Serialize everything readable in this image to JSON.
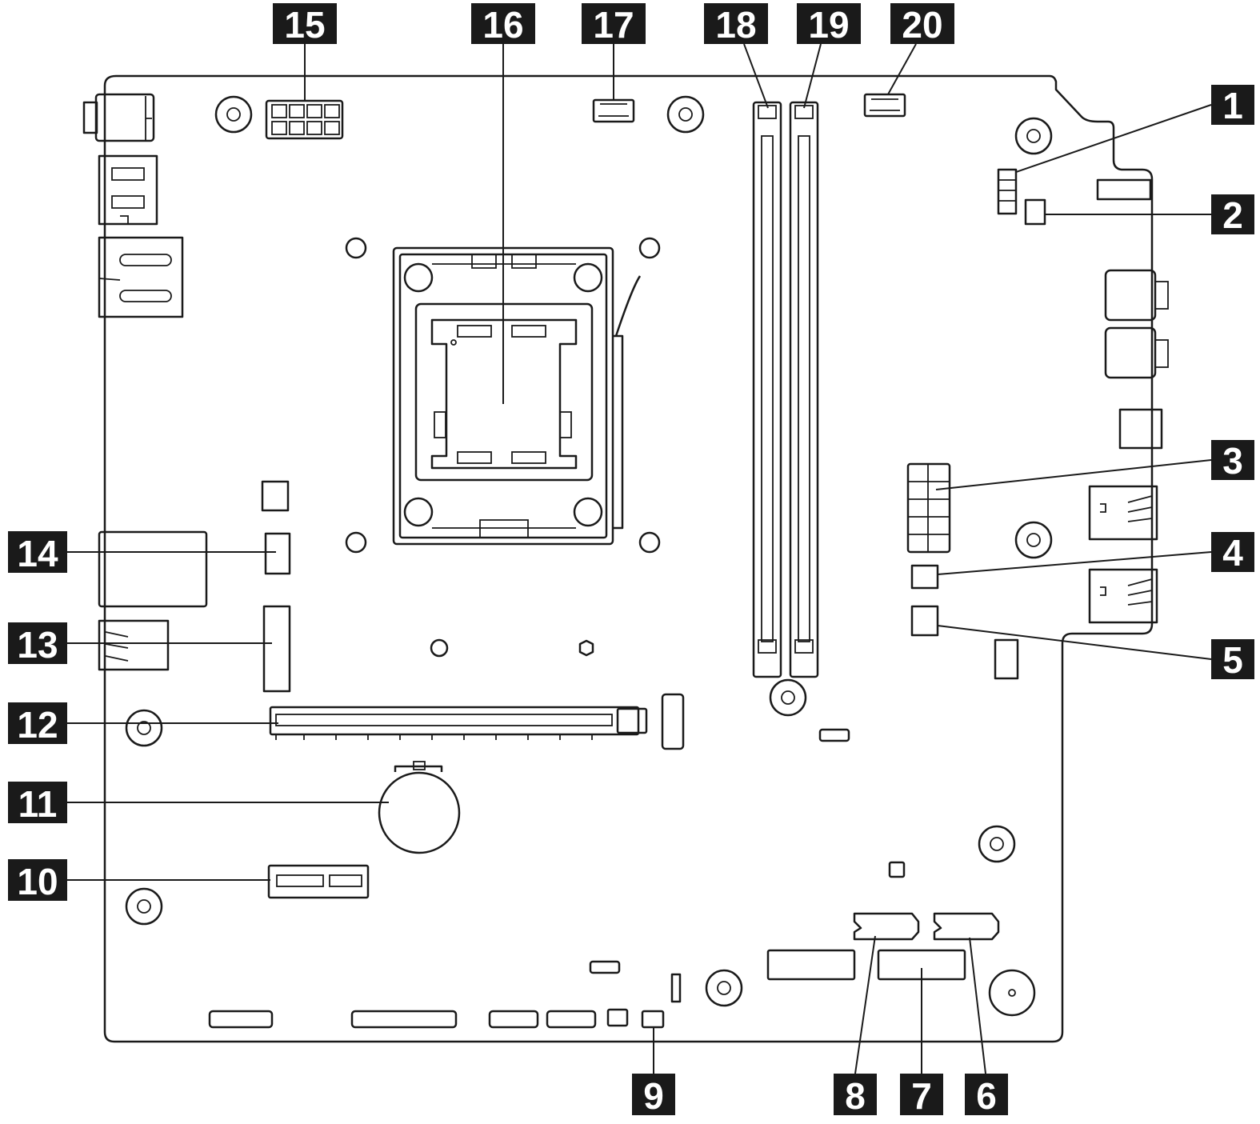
{
  "callouts": [
    {
      "id": "1",
      "label": "1"
    },
    {
      "id": "2",
      "label": "2"
    },
    {
      "id": "3",
      "label": "3"
    },
    {
      "id": "4",
      "label": "4"
    },
    {
      "id": "5",
      "label": "5"
    },
    {
      "id": "6",
      "label": "6"
    },
    {
      "id": "7",
      "label": "7"
    },
    {
      "id": "8",
      "label": "8"
    },
    {
      "id": "9",
      "label": "9"
    },
    {
      "id": "10",
      "label": "10"
    },
    {
      "id": "11",
      "label": "11"
    },
    {
      "id": "12",
      "label": "12"
    },
    {
      "id": "13",
      "label": "13"
    },
    {
      "id": "14",
      "label": "14"
    },
    {
      "id": "15",
      "label": "15"
    },
    {
      "id": "16",
      "label": "16"
    },
    {
      "id": "17",
      "label": "17"
    },
    {
      "id": "18",
      "label": "18"
    },
    {
      "id": "19",
      "label": "19"
    },
    {
      "id": "20",
      "label": "20"
    }
  ],
  "colors": {
    "callout_fill": "#1a1a1a",
    "callout_text": "#ffffff",
    "line": "#1a1a1a",
    "board": "#ffffff"
  }
}
